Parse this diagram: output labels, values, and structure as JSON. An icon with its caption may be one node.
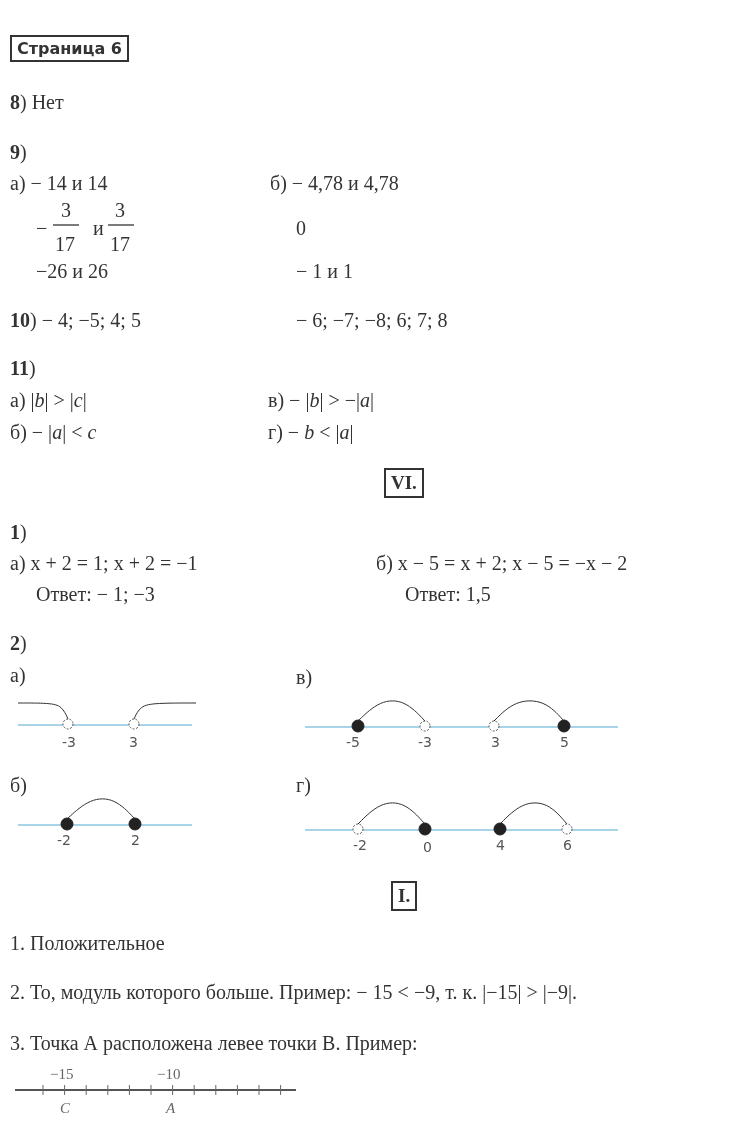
{
  "diagram": {
    "nodes": [
      {
        "text": [
          "Страница 6"
        ]
      },
      {
        "text": [
          "VI."
        ]
      },
      {
        "text": [
          "I."
        ]
      }
    ],
    "labels": [
      "**8**) Нет",
      "**9**)",
      "а) − 14 и 14",
      "б) − 4,78 и 4,78",
      "−",
      "3",
      "17",
      "и",
      "3",
      "17",
      "0",
      "−26 и 26",
      "− 1 и 1",
      "**10**) − 4;  −5; 4; 5",
      "− 6;  −7;  −8; 6; 7; 8",
      "**11**)",
      "а) |*b*| > |*c*|",
      "в) − |*b*| > −|*a*|",
      "б) − |*a*| < *c*",
      "г) − *b* < |*a*|",
      "**1**)",
      "а) x + 2 = 1; x + 2 = −1",
      "б) x − 5 = x + 2; x − 5 = −x − 2",
      "Ответ:  − 1;  −3",
      "Ответ: 1,5",
      "**2**)",
      "а)",
      "-3",
      "3",
      "в)",
      "-5",
      "-3",
      "3",
      "5",
      "б)",
      "-2",
      "2",
      "г)",
      "-2",
      "0",
      "4",
      "6",
      "1. Положительное",
      "2. То, модуль которого больше. Пример:  − 15 < −9, т. к. |−15| > |−9|.",
      "3. Точка А расположена левее точки В. Пример:",
      "−15",
      "−10",
      "C",
      "A"
    ]
  }
}
